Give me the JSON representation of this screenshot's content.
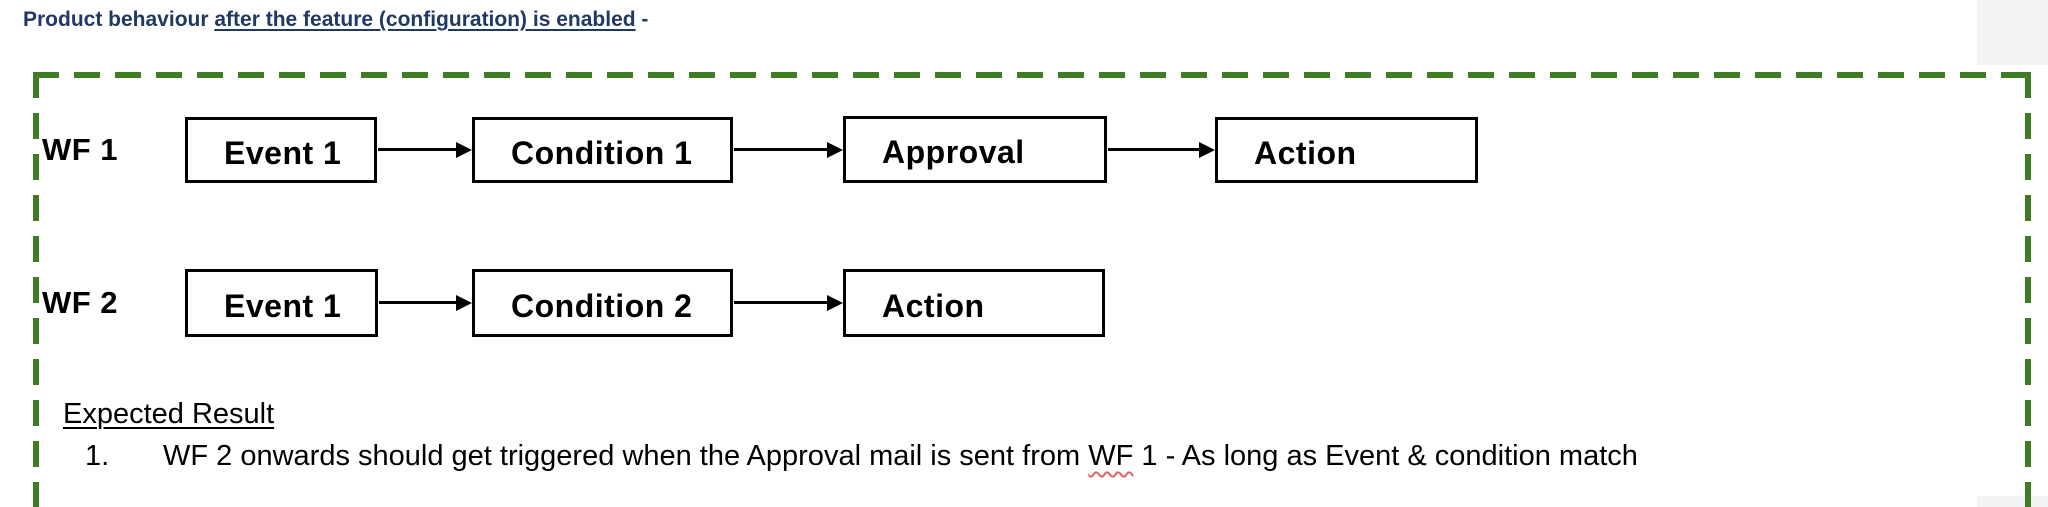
{
  "heading": {
    "prefix": "Product behaviour ",
    "underlined": "after the feature (configuration) is enabled",
    "suffix": " -"
  },
  "diagram": {
    "workflows": [
      {
        "label": "WF 1",
        "steps": [
          "Event 1",
          "Condition 1",
          "Approval",
          "Action"
        ]
      },
      {
        "label": "WF 2",
        "steps": [
          "Event 1",
          "Condition 2",
          "Action"
        ]
      }
    ]
  },
  "expected_result": {
    "title": "Expected Result",
    "items": [
      {
        "number": "1.",
        "before": "WF 2 onwards should get triggered when the Approval mail is sent from ",
        "flagged": "WF",
        "after": " 1 - As long as Event & condition match"
      }
    ]
  },
  "colors": {
    "heading_text": "#203864",
    "dashed_border": "#3e7d23",
    "box_border": "#000000",
    "body_text": "#000000",
    "corner_gray": "#f1f3f4",
    "spellcheck_red": "#e06666"
  }
}
